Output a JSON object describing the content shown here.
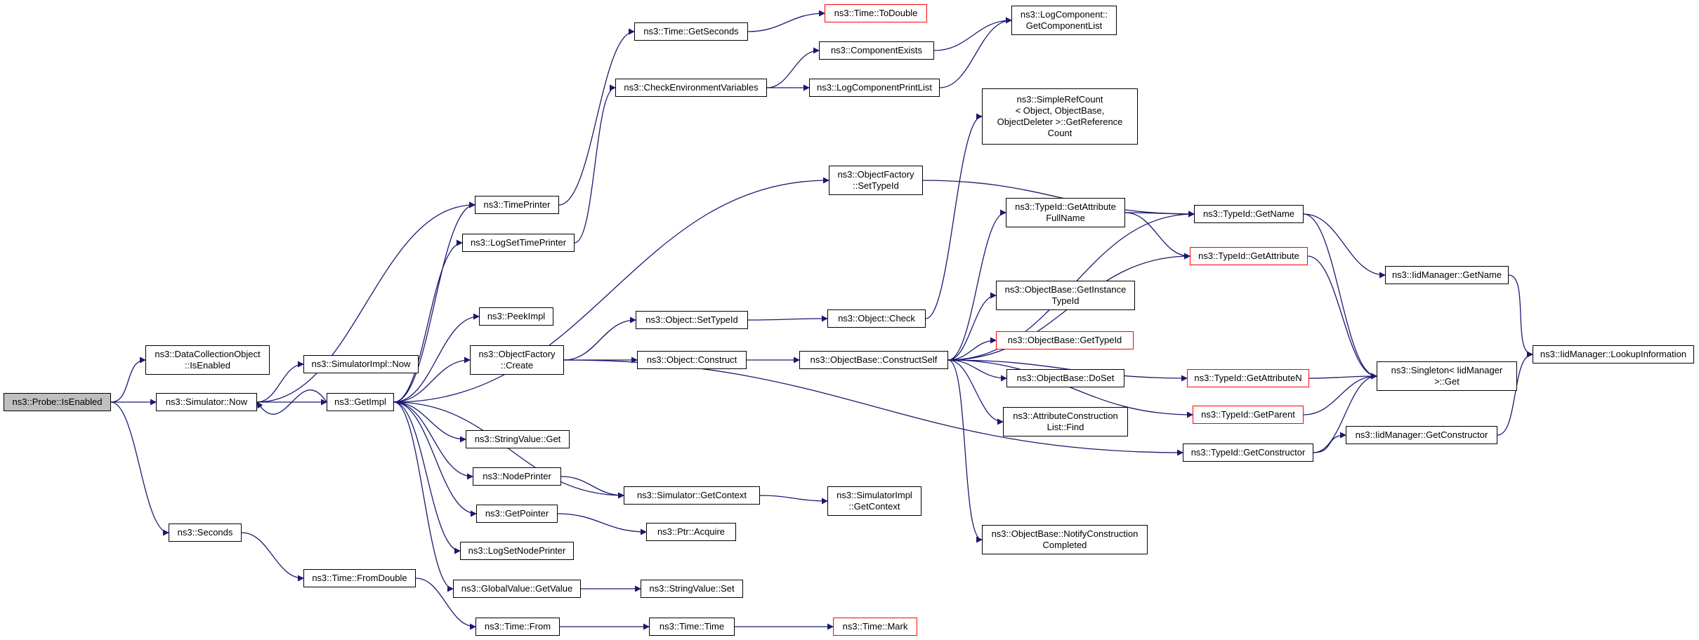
{
  "colors": {
    "edge": "#191970",
    "border": "#000000",
    "truncated_border": "#ff0000",
    "root_fill": "#bfbfbf",
    "fill": "#ffffff"
  },
  "nodes": {
    "probe_isenabled": {
      "label": "ns3::Probe::IsEnabled",
      "root": true
    },
    "dco_isenabled": {
      "label": "ns3::DataCollectionObject\n::IsEnabled"
    },
    "sim_now": {
      "label": "ns3::Simulator::Now"
    },
    "seconds": {
      "label": "ns3::Seconds"
    },
    "time_fromdouble": {
      "label": "ns3::Time::FromDouble"
    },
    "simimpl_now": {
      "label": "ns3::SimulatorImpl::Now"
    },
    "timeprinter": {
      "label": "ns3::TimePrinter"
    },
    "logsettimeprinter": {
      "label": "ns3::LogSetTimePrinter"
    },
    "getimpl": {
      "label": "ns3::GetImpl"
    },
    "peekimpl": {
      "label": "ns3::PeekImpl"
    },
    "of_create": {
      "label": "ns3::ObjectFactory\n::Create"
    },
    "stringvalue_get": {
      "label": "ns3::StringValue::Get"
    },
    "nodeprinter": {
      "label": "ns3::NodePrinter"
    },
    "getpointer": {
      "label": "ns3::GetPointer"
    },
    "lognodeprinter": {
      "label": "ns3::LogSetNodePrinter"
    },
    "gv_getvalue": {
      "label": "ns3::GlobalValue::GetValue"
    },
    "time_from": {
      "label": "ns3::Time::From"
    },
    "time_getseconds": {
      "label": "ns3::Time::GetSeconds"
    },
    "time_todouble": {
      "label": "ns3::Time::ToDouble",
      "truncated": true
    },
    "checkenv": {
      "label": "ns3::CheckEnvironmentVariables"
    },
    "componentexists": {
      "label": "ns3::ComponentExists"
    },
    "logcomplist": {
      "label": "ns3::LogComponentPrintList"
    },
    "lc_getlist": {
      "label": "ns3::LogComponent::\nGetComponentList"
    },
    "of_settypeid": {
      "label": "ns3::ObjectFactory\n::SetTypeId"
    },
    "obj_settypeid": {
      "label": "ns3::Object::SetTypeId"
    },
    "obj_construct": {
      "label": "ns3::Object::Construct"
    },
    "obj_check": {
      "label": "ns3::Object::Check"
    },
    "srcount": {
      "label": "ns3::SimpleRefCount\n< Object, ObjectBase,\n ObjectDeleter >::GetReference\nCount"
    },
    "ob_constructself": {
      "label": "ns3::ObjectBase::ConstructSelf"
    },
    "sim_getcontext": {
      "label": "ns3::Simulator::GetContext"
    },
    "simimpl_getcontext": {
      "label": "ns3::SimulatorImpl\n::GetContext"
    },
    "ptr_acquire": {
      "label": "ns3::Ptr::Acquire"
    },
    "stringvalue_set": {
      "label": "ns3::StringValue::Set"
    },
    "time_time": {
      "label": "ns3::Time::Time"
    },
    "time_mark": {
      "label": "ns3::Time::Mark",
      "truncated": true
    },
    "tid_getattrfullname": {
      "label": "ns3::TypeId::GetAttribute\nFullName"
    },
    "ob_getinstancetypeid": {
      "label": "ns3::ObjectBase::GetInstance\nTypeId"
    },
    "ob_gettypeid": {
      "label": "ns3::ObjectBase::GetTypeId",
      "truncated": true
    },
    "ob_doset": {
      "label": "ns3::ObjectBase::DoSet"
    },
    "acl_find": {
      "label": "ns3::AttributeConstruction\nList::Find"
    },
    "ob_notify": {
      "label": "ns3::ObjectBase::NotifyConstruction\nCompleted"
    },
    "tid_getname": {
      "label": "ns3::TypeId::GetName"
    },
    "tid_getattribute": {
      "label": "ns3::TypeId::GetAttribute",
      "truncated": true
    },
    "tid_getattributen": {
      "label": "ns3::TypeId::GetAttributeN",
      "truncated": true
    },
    "tid_getparent": {
      "label": "ns3::TypeId::GetParent",
      "truncated": true
    },
    "tid_getconstructor": {
      "label": "ns3::TypeId::GetConstructor"
    },
    "iidm_getname": {
      "label": "ns3::IidManager::GetName"
    },
    "singleton_get": {
      "label": "ns3::Singleton< IidManager\n >::Get"
    },
    "iidm_getconstructor": {
      "label": "ns3::IidManager::GetConstructor"
    },
    "iidm_lookup": {
      "label": "ns3::IidManager::LookupInformation"
    }
  },
  "edges": [
    [
      "probe_isenabled",
      "dco_isenabled"
    ],
    [
      "probe_isenabled",
      "sim_now"
    ],
    [
      "probe_isenabled",
      "seconds"
    ],
    [
      "sim_now",
      "simimpl_now"
    ],
    [
      "sim_now",
      "timeprinter"
    ],
    [
      "sim_now",
      "getimpl"
    ],
    [
      "getimpl",
      "sim_now"
    ],
    [
      "getimpl",
      "timeprinter"
    ],
    [
      "getimpl",
      "logsettimeprinter"
    ],
    [
      "getimpl",
      "of_settypeid"
    ],
    [
      "getimpl",
      "peekimpl"
    ],
    [
      "getimpl",
      "of_create"
    ],
    [
      "getimpl",
      "stringvalue_get"
    ],
    [
      "getimpl",
      "nodeprinter"
    ],
    [
      "getimpl",
      "getpointer"
    ],
    [
      "getimpl",
      "lognodeprinter"
    ],
    [
      "getimpl",
      "gv_getvalue"
    ],
    [
      "getimpl",
      "sim_getcontext"
    ],
    [
      "seconds",
      "time_fromdouble"
    ],
    [
      "time_fromdouble",
      "time_from"
    ],
    [
      "timeprinter",
      "time_getseconds"
    ],
    [
      "time_getseconds",
      "time_todouble"
    ],
    [
      "logsettimeprinter",
      "checkenv"
    ],
    [
      "checkenv",
      "componentexists"
    ],
    [
      "checkenv",
      "logcomplist"
    ],
    [
      "componentexists",
      "lc_getlist"
    ],
    [
      "logcomplist",
      "lc_getlist"
    ],
    [
      "of_settypeid",
      "tid_getname"
    ],
    [
      "of_create",
      "obj_settypeid"
    ],
    [
      "of_create",
      "obj_construct"
    ],
    [
      "of_create",
      "tid_getconstructor"
    ],
    [
      "obj_settypeid",
      "obj_check"
    ],
    [
      "obj_construct",
      "ob_constructself"
    ],
    [
      "obj_check",
      "srcount"
    ],
    [
      "nodeprinter",
      "sim_getcontext"
    ],
    [
      "sim_getcontext",
      "simimpl_getcontext"
    ],
    [
      "getpointer",
      "ptr_acquire"
    ],
    [
      "gv_getvalue",
      "stringvalue_set"
    ],
    [
      "time_from",
      "time_time"
    ],
    [
      "time_time",
      "time_mark"
    ],
    [
      "ob_constructself",
      "tid_getname"
    ],
    [
      "ob_constructself",
      "tid_getattrfullname"
    ],
    [
      "ob_constructself",
      "tid_getattribute"
    ],
    [
      "ob_constructself",
      "ob_getinstancetypeid"
    ],
    [
      "ob_constructself",
      "ob_gettypeid"
    ],
    [
      "ob_constructself",
      "ob_doset"
    ],
    [
      "ob_constructself",
      "acl_find"
    ],
    [
      "ob_constructself",
      "tid_getattributen"
    ],
    [
      "ob_constructself",
      "tid_getparent"
    ],
    [
      "ob_constructself",
      "ob_notify"
    ],
    [
      "tid_getattrfullname",
      "tid_getname"
    ],
    [
      "tid_getattrfullname",
      "tid_getattribute"
    ],
    [
      "tid_getname",
      "iidm_getname"
    ],
    [
      "tid_getname",
      "singleton_get"
    ],
    [
      "tid_getattribute",
      "singleton_get"
    ],
    [
      "tid_getattributen",
      "singleton_get"
    ],
    [
      "tid_getparent",
      "singleton_get"
    ],
    [
      "tid_getconstructor",
      "singleton_get"
    ],
    [
      "tid_getconstructor",
      "iidm_getconstructor"
    ],
    [
      "iidm_getname",
      "iidm_lookup"
    ],
    [
      "iidm_getconstructor",
      "iidm_lookup"
    ]
  ]
}
